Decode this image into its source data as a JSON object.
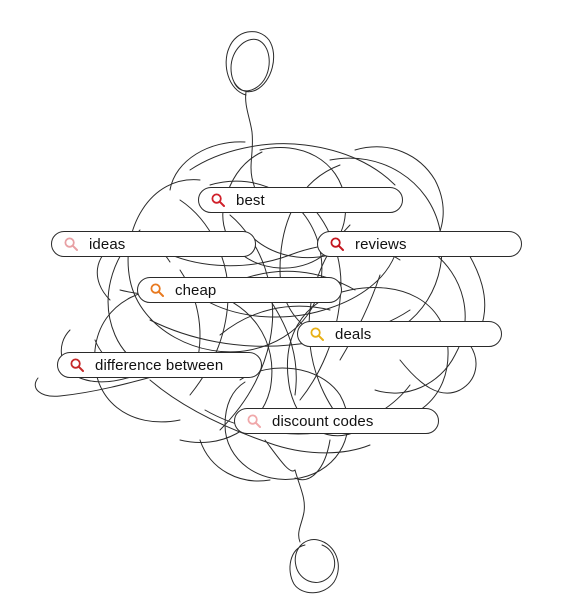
{
  "colors": {
    "line": "#2a2a2a",
    "pill_border": "#2a2a2a",
    "text": "#111111"
  },
  "search_bars": [
    {
      "id": "best",
      "text": "best",
      "icon": "search-icon",
      "icon_color": "#d0202a"
    },
    {
      "id": "ideas",
      "text": "ideas",
      "icon": "search-icon",
      "icon_color": "#e8a0a4"
    },
    {
      "id": "reviews",
      "text": "reviews",
      "icon": "search-icon",
      "icon_color": "#c4161f"
    },
    {
      "id": "cheap",
      "text": "cheap",
      "icon": "search-icon",
      "icon_color": "#e8791f"
    },
    {
      "id": "deals",
      "text": "deals",
      "icon": "search-icon",
      "icon_color": "#e8b016"
    },
    {
      "id": "difference-between",
      "text": "difference between",
      "icon": "search-icon",
      "icon_color": "#c62828"
    },
    {
      "id": "discount-codes",
      "text": "discount codes",
      "icon": "search-icon",
      "icon_color": "#f0a8aa"
    }
  ]
}
